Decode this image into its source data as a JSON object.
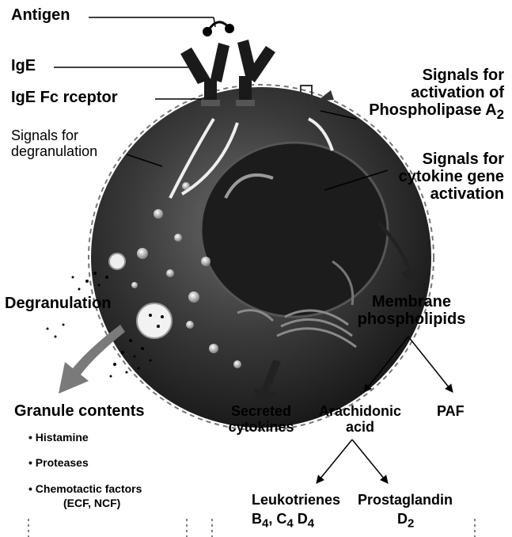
{
  "labels": {
    "antigen": "Antigen",
    "ige": "IgE",
    "ige_receptor": "IgE Fc rceptor",
    "signals_degranulation": "Signals for\ndegranulation",
    "signals_pla2": "Signals for\nactivation of\nPhospholipase A",
    "signals_pla2_sub": "2",
    "signals_cytokine": "Signals for\ncytokine gene\nactivation",
    "degranulation": "Degranulation",
    "membrane_phospholipids": "Membrane\nphospholipids",
    "granule_contents": "Granule contents",
    "granule_items": [
      "Histamine",
      "Proteases",
      "Chemotactic factors"
    ],
    "granule_items_note": "(ECF, NCF)",
    "secreted_cytokines": "Secreted\ncytokines",
    "arachidonic_acid": "Arachidonic\nacid",
    "paf": "PAF",
    "leukotrienes": "Leukotrienes",
    "leukotrienes_sub": {
      "b": "B",
      "b_sub": "4",
      "c": "C",
      "c_sub": "4",
      "d": "D",
      "d_sub": "4"
    },
    "prostaglandin": "Prostaglandin",
    "prostaglandin_sub": {
      "d": "D",
      "d_sub": "2"
    }
  },
  "colors": {
    "cell": "#3a3a3a",
    "nucleus": "#1c1c1c",
    "ink": "#000000"
  }
}
